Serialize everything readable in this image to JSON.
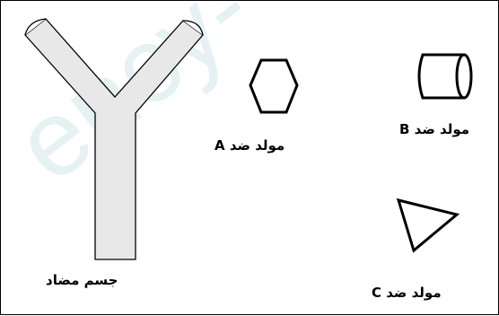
{
  "labels": {
    "antibody": "جسم مضاد",
    "antigen_a": "مولد ضد A",
    "antigen_b": "مولد ضد B",
    "antigen_c": "مولد ضد C"
  },
  "watermark": {
    "text": "ency-"
  },
  "colors": {
    "antibody_fill": "#e8e8e8",
    "stroke": "#000000"
  }
}
